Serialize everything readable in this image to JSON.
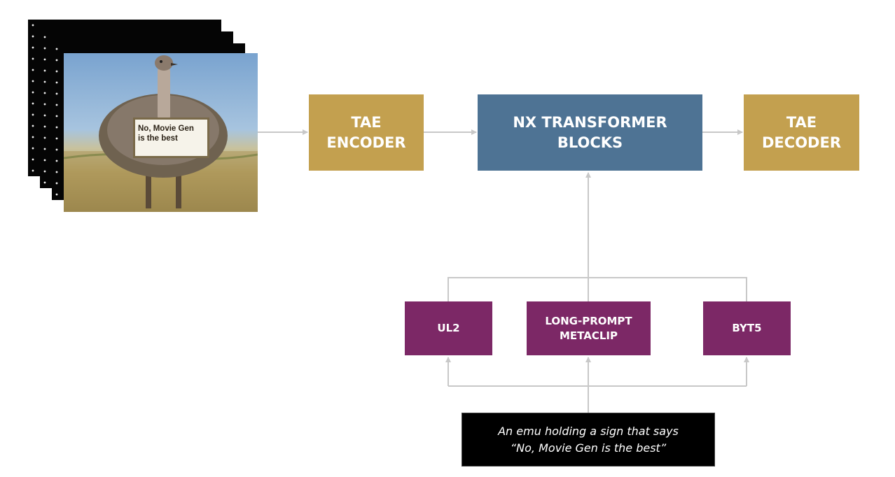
{
  "diagram": {
    "encoder": {
      "label": "TAE\nENCODER"
    },
    "transformer": {
      "label": "NX TRANSFORMER\nBLOCKS"
    },
    "decoder": {
      "label": "TAE\nDECODER"
    },
    "text_encoders": [
      {
        "label": "UL2"
      },
      {
        "label": "LONG-PROMPT\nMETACLIP"
      },
      {
        "label": "BYT5"
      }
    ],
    "prompt": {
      "label": "An emu holding a sign that says\n“No, Movie Gen is the best”"
    },
    "input_image": {
      "sign_text": "No, Movie Gen\nis the best"
    }
  },
  "colors": {
    "tae": "#c3a04f",
    "transformer": "#4e7394",
    "text_encoder": "#7c2866",
    "prompt_box": "#000000",
    "connector": "#c8c8c8"
  }
}
